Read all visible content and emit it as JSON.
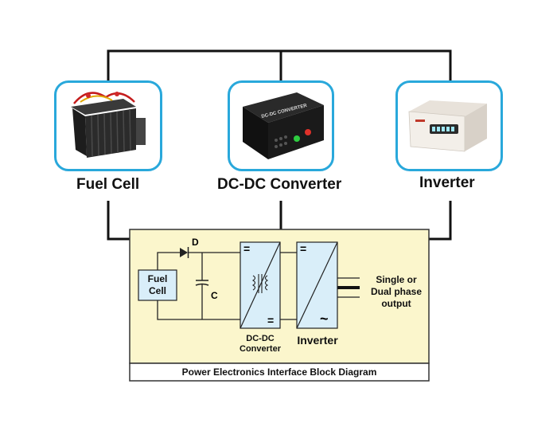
{
  "devices": [
    {
      "id": "fuel-cell",
      "label": "Fuel Cell"
    },
    {
      "id": "dcdc",
      "label": "DC-DC Converter",
      "plate_text": "DC-DC CONVERTER"
    },
    {
      "id": "inverter",
      "label": "Inverter"
    }
  ],
  "block_diagram": {
    "title": "Power Electronics Interface Block Diagram",
    "fuel_cell_box": [
      "Fuel",
      "Cell"
    ],
    "diode_label": "D",
    "capacitor_label": "C",
    "converter_label": [
      "DC-DC",
      "Converter"
    ],
    "converter_symbol_top": "=",
    "converter_symbol_bottom": "=",
    "inverter_label": "Inverter",
    "inverter_symbol_top": "=",
    "inverter_symbol_bottom": "~",
    "output_label": [
      "Single or",
      "Dual phase",
      "output"
    ]
  },
  "colors": {
    "card_border": "#29a8db",
    "panel_fill": "#fbf6cc",
    "block_fill": "#d9eef9",
    "wire": "#111111"
  }
}
